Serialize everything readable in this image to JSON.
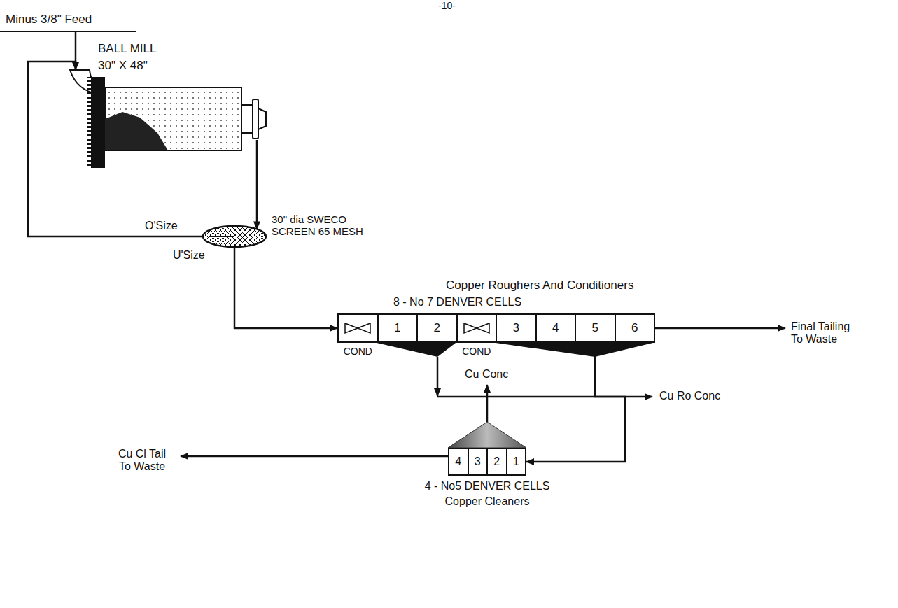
{
  "diagram": {
    "nodes": [
      {
        "text": [
          "BALL MILL",
          "30\" X 48\""
        ]
      },
      {
        "text": [
          "30\" dia SWECO SCREEN 65 MESH"
        ]
      },
      {
        "text": [
          "Copper Roughers And Conditioners",
          "8 - No 7 DENVER CELLS"
        ]
      },
      {
        "text": [
          "COND"
        ],
        "in": 2
      },
      {
        "text": [
          "1"
        ],
        "in": 2
      },
      {
        "text": [
          "2"
        ],
        "in": 2
      },
      {
        "text": [
          "COND"
        ],
        "in": 2
      },
      {
        "text": [
          "3"
        ],
        "in": 2
      },
      {
        "text": [
          "4"
        ],
        "in": 2
      },
      {
        "text": [
          "5"
        ],
        "in": 2
      },
      {
        "text": [
          "6"
        ],
        "in": 2
      },
      {
        "text": [
          "4 - No5 DENVER CELLS",
          "Copper Cleaners"
        ]
      },
      {
        "text": [
          "4"
        ],
        "in": 11
      },
      {
        "text": [
          "3"
        ],
        "in": 11
      },
      {
        "text": [
          "2"
        ],
        "in": 11
      },
      {
        "text": [
          "1"
        ],
        "in": 11
      }
    ],
    "edges": [
      {
        "from": 0,
        "to": 1,
        "arrow": "to"
      },
      {
        "from": 1,
        "to": 0,
        "label": "O'Size",
        "arrow": "to"
      },
      {
        "from": 1,
        "to": 2,
        "label": "U'Size",
        "arrow": "to"
      },
      {
        "from": 2,
        "to": 11,
        "arrow": "to"
      }
    ],
    "labels": [
      "-10-",
      "Minus 3/8\" Feed",
      "Final Tailing To Waste",
      "Cu Ro Conc",
      "Cu Conc",
      "Cu Cl Tail To Waste"
    ]
  }
}
